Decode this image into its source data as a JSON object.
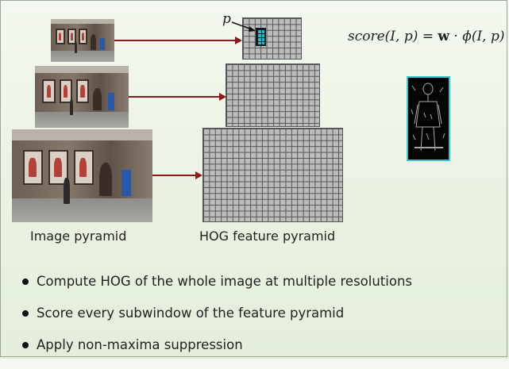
{
  "pyramid": {
    "image_caption": "Image pyramid",
    "hog_caption": "HOG feature pyramid",
    "window_label": "p"
  },
  "formula": {
    "lhs": "score(I, p) = ",
    "weight": "w",
    "rhs": " · ϕ(I, p)"
  },
  "bullets": [
    "Compute HOG of the whole image at multiple resolutions",
    "Score every subwindow of the feature pyramid",
    "Apply non-maxima suppression"
  ],
  "colors": {
    "arrow": "#8b1a1a",
    "window": "#2fb8c4",
    "hog_border": "#39c4d0"
  }
}
